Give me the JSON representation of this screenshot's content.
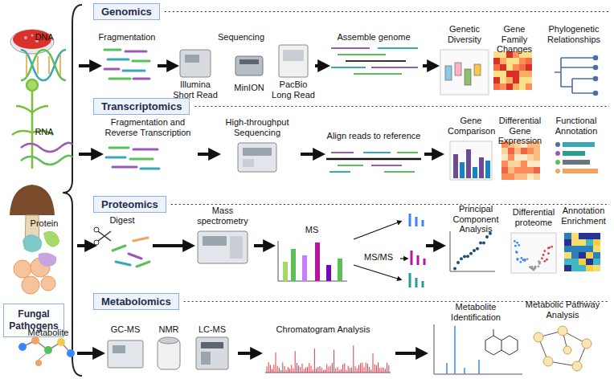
{
  "diagram": {
    "nodes": [
      {
        "text": [
          "Fungal Pathogens"
        ]
      },
      {
        "text": [
          "Genomics"
        ]
      },
      {
        "text": [
          "Transcriptomics"
        ]
      },
      {
        "text": [
          "Proteomics"
        ]
      },
      {
        "text": [
          "Metabolomics"
        ]
      }
    ],
    "labels": [
      "DNA",
      "Fragmentation",
      "Sequencing",
      "Illumina Short Read",
      "MinION",
      "PacBio Long Read",
      "Assemble genome",
      "Genetic Diversity",
      "Gene Family Changes",
      "Phylogenetic Relationships",
      "RNA",
      "Fragmentation and Reverse Transcription",
      "High-throughput Sequencing",
      "Align reads to reference",
      "Gene Comparison",
      "Differential Gene Expression",
      "Functional Annotation",
      "Protein",
      "Digest",
      "Mass spectrometry",
      "MS",
      "MS/MS",
      "Principal Component Analysis",
      "Differential proteome",
      "Annotation Enrichment",
      "Metabolite",
      "GC-MS",
      "NMR",
      "LC-MS",
      "Chromatogram Analysis",
      "Metabolite Identification",
      "Metabolic Pathway Analysis"
    ]
  }
}
